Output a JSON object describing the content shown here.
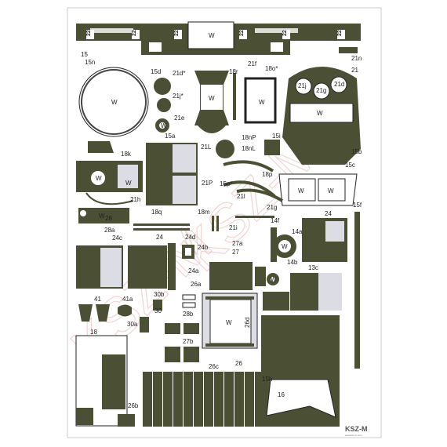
{
  "colors": {
    "olive": "#4b5035",
    "dark": "#2a2c22",
    "paper": "#ffffff",
    "grey": "#dcdde4",
    "line": "#333333"
  },
  "labels": {
    "p15": "15",
    "p15n": "15n",
    "p21n": "21n",
    "p21": "21",
    "p15d": "15d",
    "p21d": "21d*",
    "p18r": "18r",
    "p21f": "21f",
    "p18o": "18o*",
    "p21j": "21j",
    "p21g": "21g",
    "p21d2": "21d",
    "p21j2": "21j*",
    "p21e": "21e",
    "p15a": "15a",
    "p15b": "15b",
    "p15c": "15c",
    "p18nP": "18nP",
    "p15i": "15i",
    "p21L": "21L",
    "p18nL": "18nL",
    "p18k": "18k",
    "p18p": "18p",
    "p21P": "21P",
    "p15p": "15p*",
    "p21l": "21l",
    "p21h": "21h",
    "p15f": "15f",
    "p21g2": "21g",
    "p28": "28",
    "p18q": "18q",
    "p18m": "18m",
    "p24top": "24",
    "p14f": "14f",
    "p28a": "28a",
    "p21i": "21i",
    "p14a": "14a",
    "p24c": "24c",
    "p24": "24",
    "p24d": "24d",
    "p27a": "27a",
    "p27": "27",
    "p24b": "24b",
    "p14b": "14b",
    "p13c": "13c",
    "p24a": "24a",
    "p26a": "26a",
    "p41": "41",
    "p41a": "41a",
    "p30b": "30b",
    "p30": "30",
    "p28b": "28b",
    "p26d": "26d",
    "p30a": "30a",
    "p18": "18",
    "p27b": "27b",
    "p26": "26",
    "p26c": "26c",
    "p15h": "15h",
    "p16": "16",
    "p26b": "26b",
    "p22a": "22",
    "p22b": "22",
    "p22c": "22",
    "p22d": "22",
    "p22e": "22",
    "p22f": "22"
  },
  "white_marks": {
    "w1": "W",
    "w2": "W",
    "w3": "W",
    "w4": "W",
    "w5": "W",
    "w6": "W",
    "w7": "W",
    "w8": "W",
    "w9": "W",
    "w10": "W",
    "w11": "W",
    "w12": "W",
    "w13": "W",
    "w14": "W"
  },
  "logo": {
    "text": "KSZ-M",
    "subtitle": "www.ksz-m.com"
  }
}
